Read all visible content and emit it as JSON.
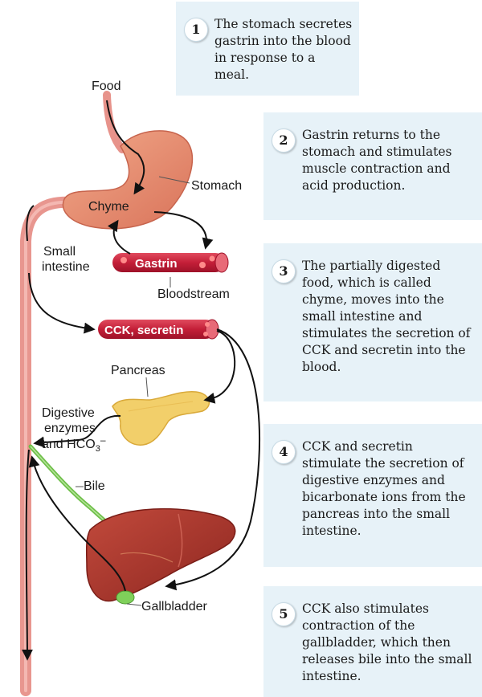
{
  "steps": [
    {
      "num": "1",
      "text": "The stomach secretes gastrin into the blood in response to a meal."
    },
    {
      "num": "2",
      "text": "Gastrin returns to the stomach and stimulates muscle contraction and acid production."
    },
    {
      "num": "3",
      "text": "The partially digested food, which is called chyme, moves into the small intestine and stimulates the secretion of CCK and secretin into the blood."
    },
    {
      "num": "4",
      "text": "CCK and secretin stimulate the secretion of digestive enzymes and bicarbonate ions from the pancreas into the small intestine."
    },
    {
      "num": "5",
      "text": "CCK also stimulates contraction of the gallbladder, which then releases bile into the small intestine."
    }
  ],
  "labels": {
    "food": "Food",
    "stomach": "Stomach",
    "chyme": "Chyme",
    "small_intestine_line1": "Small",
    "small_intestine_line2": "intestine",
    "gastrin": "Gastrin",
    "bloodstream": "Bloodstream",
    "cck_secretin": "CCK, secretin",
    "pancreas": "Pancreas",
    "digestive_line1": "Digestive",
    "digestive_line2": "enzymes",
    "digestive_line3_prefix": "and HCO",
    "digestive_line3_sub": "3",
    "digestive_line3_sup": "–",
    "bile": "Bile",
    "gallbladder": "Gallbladder"
  },
  "colors": {
    "panel_bg": "#e7f2f8",
    "intestine": "#e8968f",
    "stomach": "#e48a6f",
    "blood_vessel": "#c8203a",
    "pancreas": "#f2cf6a",
    "liver": "#a8322c",
    "bile": "#6fbf4a",
    "arrow": "#111111"
  }
}
